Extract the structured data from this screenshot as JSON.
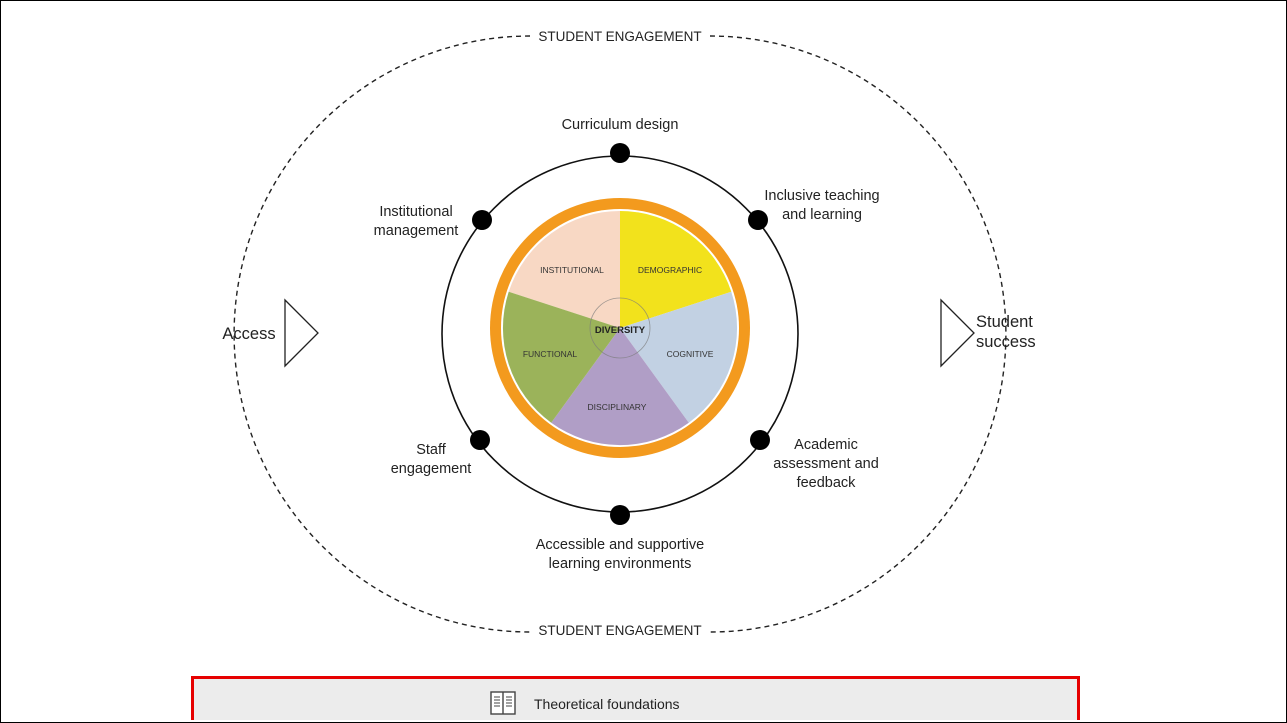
{
  "diagram": {
    "top_label": "STUDENT ENGAGEMENT",
    "bottom_label": "STUDENT ENGAGEMENT",
    "left_arrow": "Access",
    "right_arrow_line1": "Student",
    "right_arrow_line2": "success",
    "nodes": {
      "curriculum": "Curriculum design",
      "teaching_line1": "Inclusive teaching",
      "teaching_line2": "and learning",
      "institutional_line1": "Institutional",
      "institutional_line2": "management",
      "staff_line1": "Staff",
      "staff_line2": "engagement",
      "assessment_line1": "Academic",
      "assessment_line2": "assessment and",
      "assessment_line3": "feedback",
      "environments_line1": "Accessible and supportive",
      "environments_line2": "learning environments"
    },
    "segments": {
      "institutional": "INSTITUTIONAL",
      "demographic": "DEMOGRAPHIC",
      "cognitive": "COGNITIVE",
      "disciplinary": "DISCIPLINARY",
      "functional": "FUNCTIONAL",
      "center": "DIVERSITY"
    },
    "colors": {
      "ring": "#f39a1e",
      "institutional": "#f8d8c4",
      "demographic": "#f2e21c",
      "cognitive": "#c2d1e3",
      "disciplinary": "#b09ec6",
      "functional": "#9bb35a"
    }
  },
  "footer": {
    "icon": "book-icon",
    "label": "Theoretical foundations"
  }
}
